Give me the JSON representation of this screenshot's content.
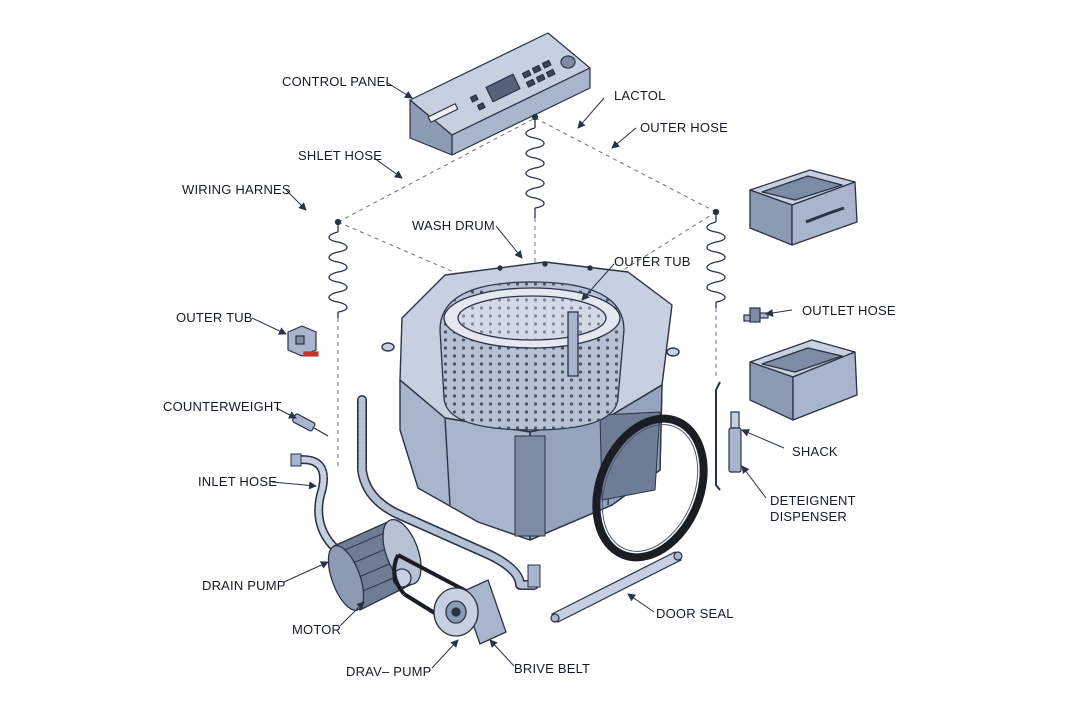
{
  "colors": {
    "background": "#ffffff",
    "part_fill": "#a8b5cc",
    "part_fill_light": "#c7d0e0",
    "part_fill_dark": "#7e8ba4",
    "outline": "#2a3345",
    "leader_line": "#2a3345",
    "dashed_line": "#6b7280",
    "accent_red": "#c0392b",
    "seal_black": "#1a1d24"
  },
  "labels": {
    "control_panel": "CONTROL PANEL",
    "lactol": "LACTOL",
    "outer_hose_top": "OUTER HOSE",
    "shlet_hose": "SHLET HOSE",
    "wiring_harness": "WIRING HARNES",
    "wash_drum": "WASH DRUM",
    "outer_tub_center": "OUTER TUB",
    "outer_tub_left": "OUTER TUB",
    "outlet_hose": "OUTLET HOSE",
    "counterweight": "COUNTERWEIGHT",
    "inlet_hose": "INLET HOSE",
    "shack": "SHACK",
    "detergent_dispenser_line1": "DETEIGNENT",
    "detergent_dispenser_line2": "DISPENSER",
    "drain_pump": "DRAIN PUMP",
    "motor": "MOTOR",
    "door_seal": "DOOR SEAL",
    "drav_pump": "DRAV– PUMP",
    "brive_belt": "BRIVE BELT"
  },
  "parts": [
    {
      "name": "control-panel",
      "icon": "control-panel-icon"
    },
    {
      "name": "spring-left",
      "icon": "coil-spring-icon"
    },
    {
      "name": "spring-center",
      "icon": "coil-spring-icon"
    },
    {
      "name": "spring-right",
      "icon": "coil-spring-icon"
    },
    {
      "name": "outer-tub",
      "icon": "tub-icon"
    },
    {
      "name": "wash-drum",
      "icon": "perforated-drum-icon"
    },
    {
      "name": "door-seal-ring",
      "icon": "seal-ring-icon"
    },
    {
      "name": "detergent-drawer-top",
      "icon": "drawer-icon"
    },
    {
      "name": "detergent-drawer-bottom",
      "icon": "drawer-icon"
    },
    {
      "name": "motor",
      "icon": "motor-icon"
    },
    {
      "name": "drain-pump",
      "icon": "pump-icon"
    },
    {
      "name": "drive-belt",
      "icon": "belt-icon"
    },
    {
      "name": "inlet-hose",
      "icon": "hose-icon"
    },
    {
      "name": "drain-hose",
      "icon": "hose-icon"
    },
    {
      "name": "heater-rod",
      "icon": "rod-icon"
    },
    {
      "name": "shock-absorber",
      "icon": "shock-icon"
    },
    {
      "name": "valve-clip",
      "icon": "clip-icon"
    }
  ]
}
